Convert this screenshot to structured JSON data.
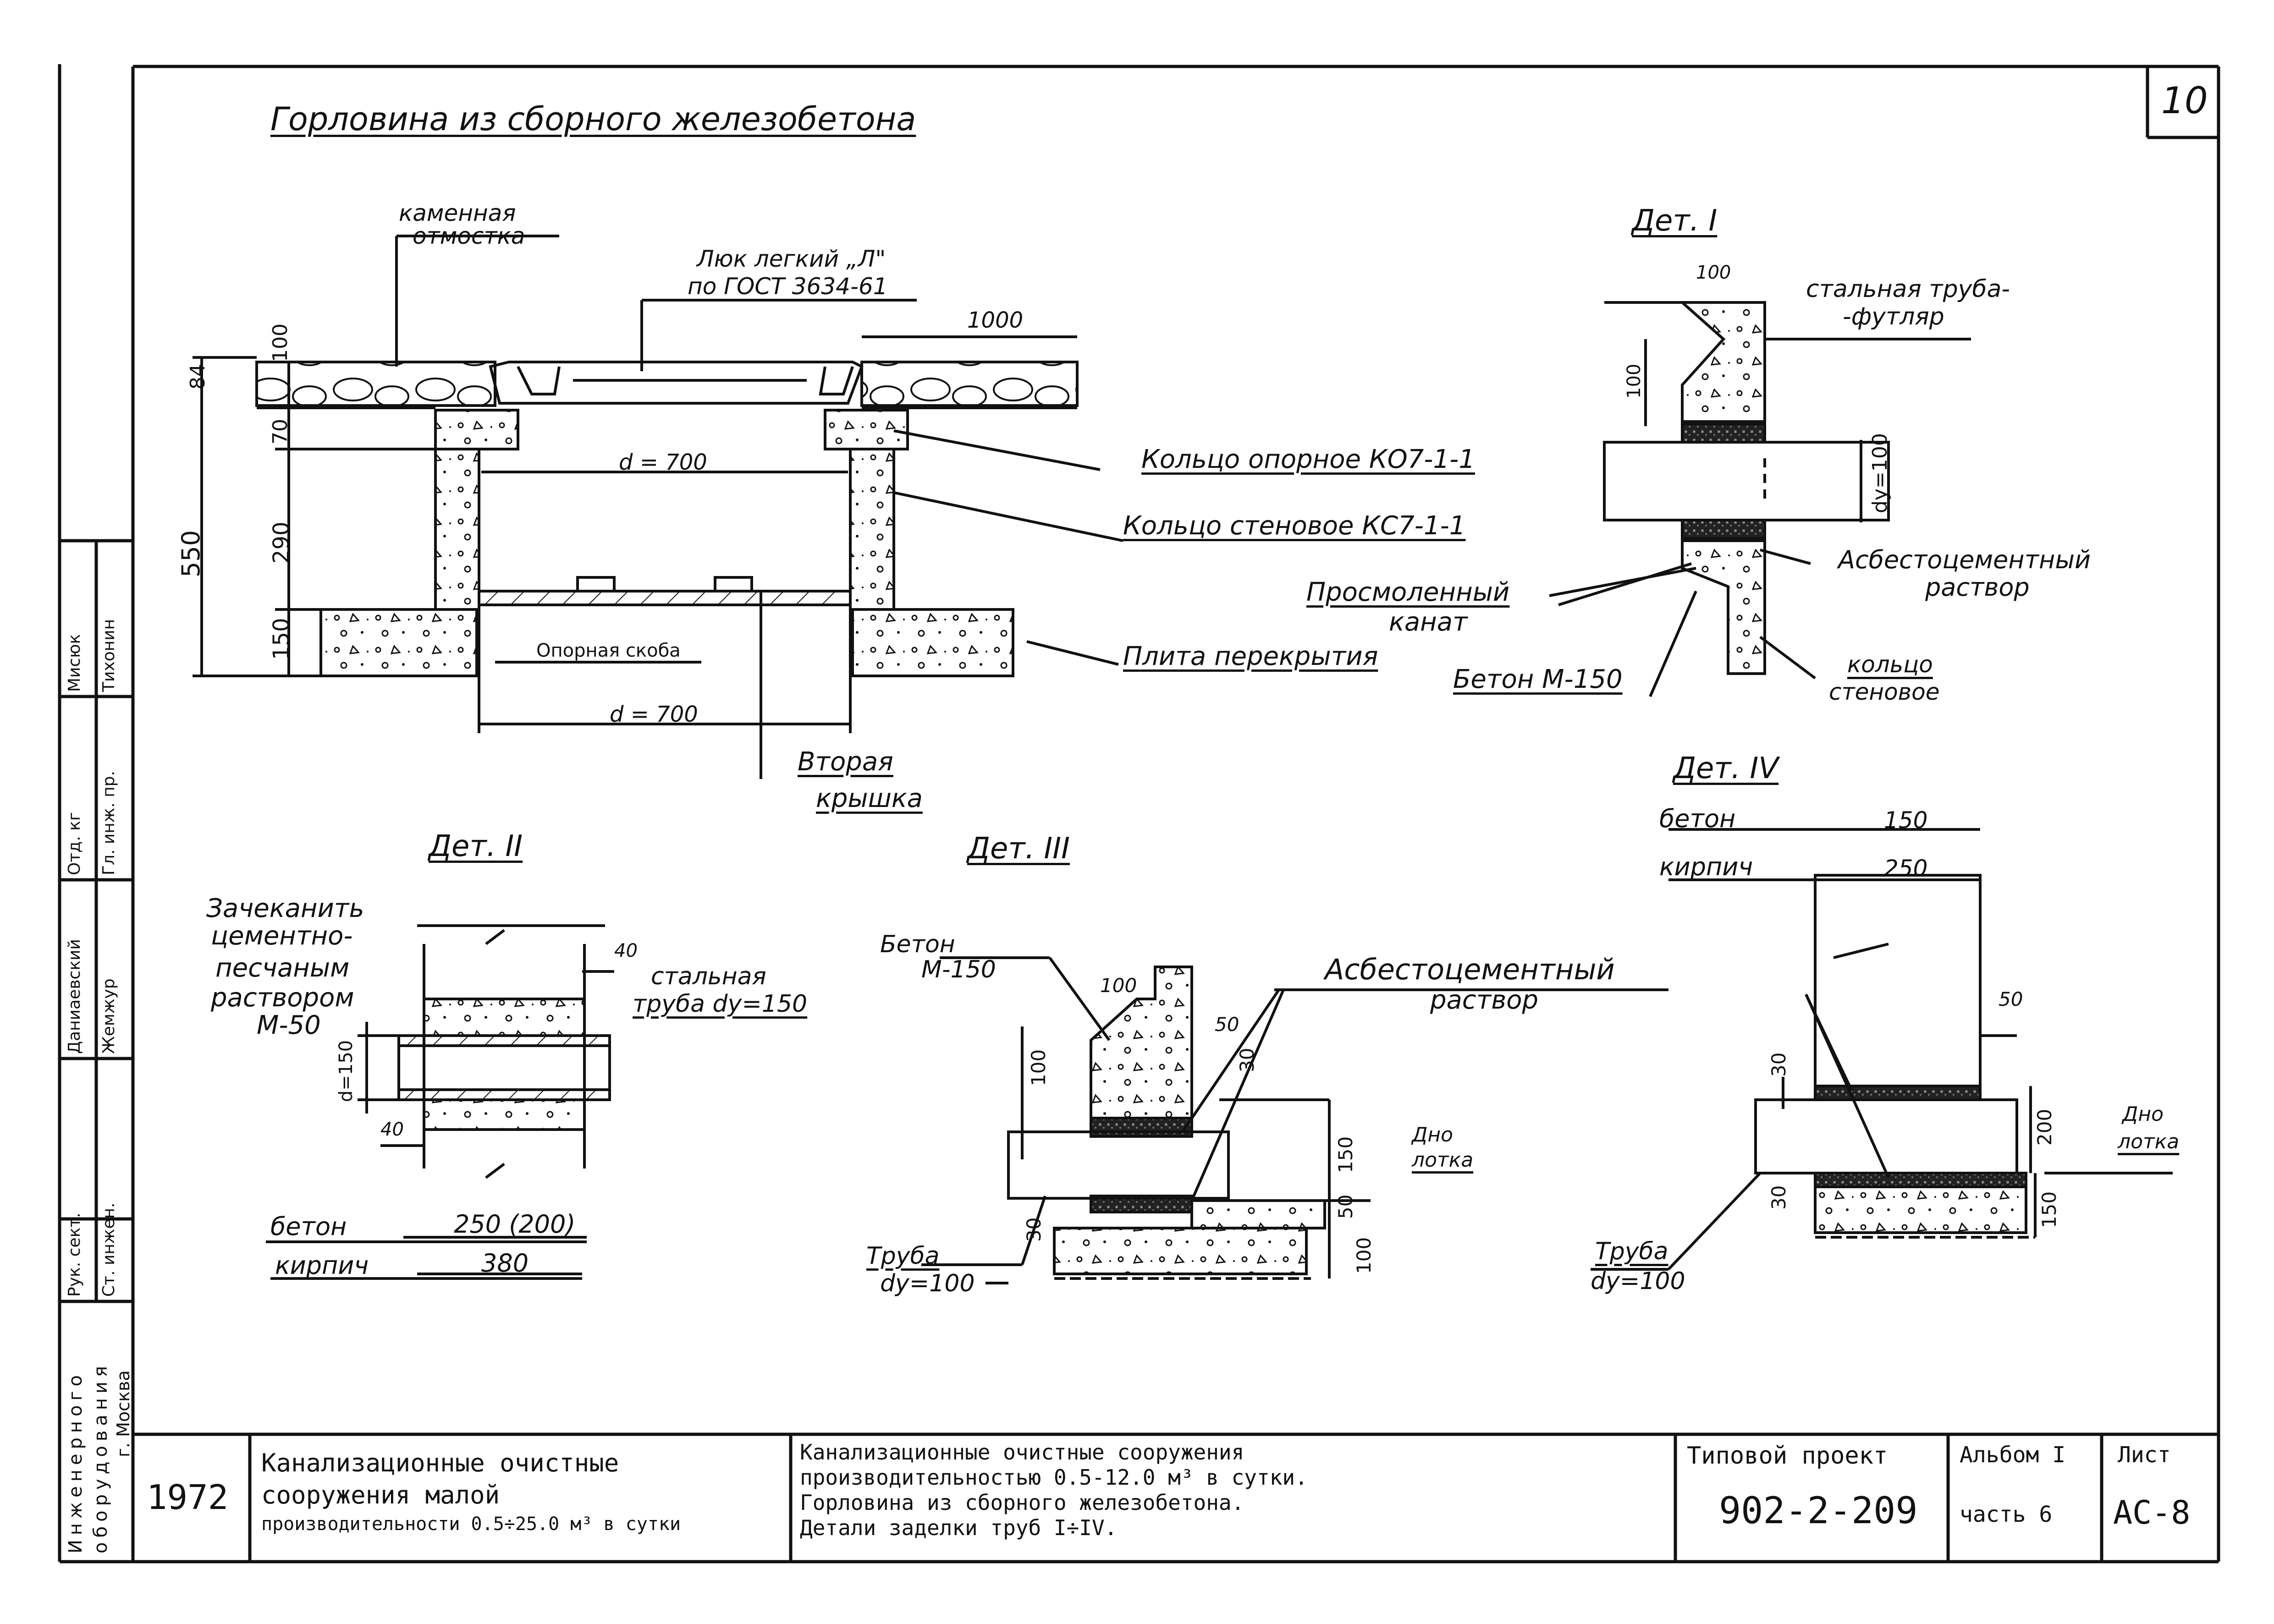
{
  "sheet_number": "10",
  "main_title": "Горловина из сборного железобетона",
  "main_view": {
    "label_stone_paving": [
      "каменная",
      "отмостка"
    ],
    "label_hatch": [
      "Люк легкий „Л\"",
      "по ГОСТ 3634-61"
    ],
    "dim_1000": "1000",
    "dim_84": "84",
    "dim_100": "100",
    "dim_70": "70",
    "dim_290": "290",
    "dim_150": "150",
    "dim_550": "550",
    "dim_d700_top": "d = 700",
    "dim_d700_bottom": "d = 700",
    "label_support_bracket": "Опорная скоба",
    "label_support_ring": "Кольцо опорное КО7-1-1",
    "label_wall_ring": "Кольцо стеновое КС7-1-1",
    "label_slab": "Плита перекрытия",
    "label_second_cover": [
      "Вторая",
      "крышка"
    ]
  },
  "detail_1": {
    "title": "Дет. I",
    "dim_100_top": "100",
    "dim_100_side": "100",
    "dim_dy100": "dy=100",
    "label_steel_pipe": [
      "стальная труба-",
      "-футляр"
    ],
    "label_asbestos": [
      "Асбестоцементный",
      "раствор"
    ],
    "label_tarred_rope": [
      "Просмоленный",
      "канат"
    ],
    "label_concrete": "Бетон М-150",
    "label_ring": [
      "кольцо",
      "стеновое"
    ]
  },
  "detail_2": {
    "title": "Дет. II",
    "label_caulk": [
      "Зачеканить",
      "цементно-",
      "песчаным",
      "раствором",
      "М-50"
    ],
    "label_steel_pipe": [
      "стальная",
      "труба dy=150"
    ],
    "dim_40_top": "40",
    "dim_40_bottom": "40",
    "dim_d150": "d=150",
    "label_concrete": "бетон",
    "label_brick": "кирпич",
    "dim_concrete": "250 (200)",
    "dim_brick": "380"
  },
  "detail_3": {
    "title": "Дет. III",
    "label_concrete": [
      "Бетон",
      "М-150"
    ],
    "label_asbestos": [
      "Асбестоцементный",
      "раствор"
    ],
    "dim_100_top": "100",
    "dim_100_side": "100",
    "dim_50": "50",
    "dim_30": "30",
    "dim_150": "150",
    "dim_50_low": "50",
    "dim_100_low": "100",
    "dim_30_low": "30",
    "label_tray_bottom": [
      "Дно",
      "лотка"
    ],
    "label_pipe": [
      "Труба",
      "dy=100"
    ]
  },
  "detail_4": {
    "title": "Дет. IV",
    "label_concrete": "бетон",
    "label_brick": "кирпич",
    "dim_concrete": "150",
    "dim_brick": "250",
    "dim_50": "50",
    "dim_30": "30",
    "dim_200": "200",
    "dim_30_low": "30",
    "dim_150": "150",
    "label_tray_bottom": [
      "Дно",
      "лотка"
    ],
    "label_pipe": [
      "Труба",
      "dy=100"
    ]
  },
  "side_stamp": {
    "org": [
      "Инженерного",
      "оборудования",
      "г. Москва"
    ],
    "roles": [
      "Рук. сект.",
      "Ст. инжен.",
      "Отд. кг",
      "Гл. инж. пр."
    ],
    "names": [
      "Даниаевский",
      "Жемжур",
      "Мисюк",
      "Тихонин"
    ]
  },
  "title_block": {
    "year": "1972",
    "col1": [
      "Канализационные очистные",
      "сооружения малой",
      "производительности 0.5÷25.0 м³ в сутки"
    ],
    "col2": [
      "Канализационные очистные сооружения",
      "производительностью 0.5-12.0 м³ в сутки.",
      "Горловина из сборного железобетона.",
      "Детали заделки труб I÷IV."
    ],
    "project_label": "Типовой проект",
    "project_number": "902-2-209",
    "album_label": "Альбом I",
    "album_part": "часть 6",
    "sheet_label": "Лист",
    "sheet_code": "АС-8"
  }
}
